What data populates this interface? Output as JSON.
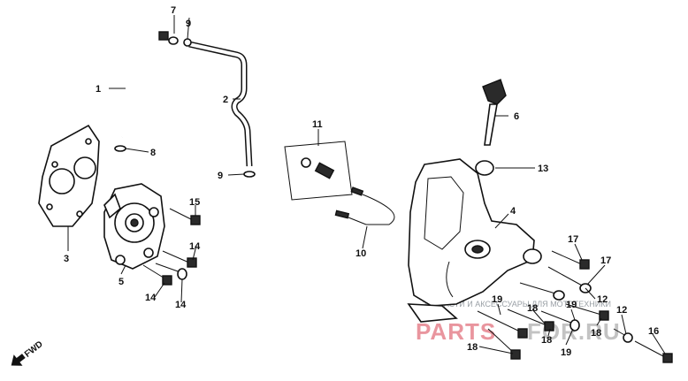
{
  "orientation_label": "FWD",
  "watermark": {
    "tagline": "ЗАПЧАСТИ И АКСЕССУАРЫ ДЛЯ МОТОТЕХНИКИ",
    "brand_left": "PARTS",
    "brand_right": "FOR.RU"
  },
  "callouts": {
    "c1": "1",
    "c2": "2",
    "c3": "3",
    "c4": "4",
    "c5": "5",
    "c6": "6",
    "c7": "7",
    "c8": "8",
    "c9a": "9",
    "c9b": "9",
    "c10": "10",
    "c11": "11",
    "c12a": "12",
    "c12b": "12",
    "c13": "13",
    "c14a": "14",
    "c14b": "14",
    "c14c": "14",
    "c15": "15",
    "c16": "16",
    "c17a": "17",
    "c17b": "17",
    "c18a": "18",
    "c18b": "18",
    "c18c": "18",
    "c18d": "18",
    "c19a": "19",
    "c19b": "19",
    "c19c": "19"
  }
}
